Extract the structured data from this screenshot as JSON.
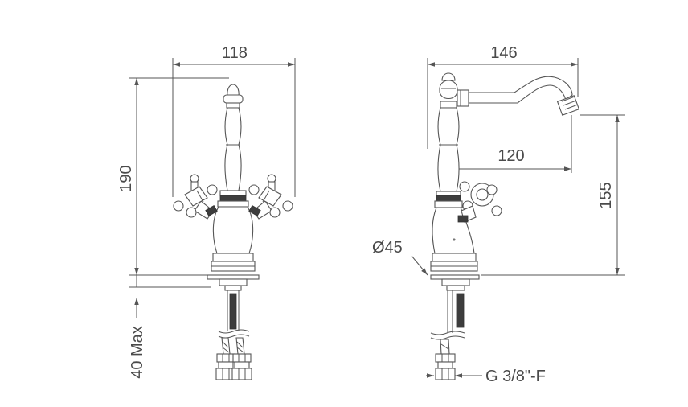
{
  "dimensions": {
    "front_width": "118",
    "front_height": "190",
    "deck_thickness": "40 Max",
    "side_length": "146",
    "spout_reach": "120",
    "spout_height": "155",
    "base_diameter": "Ø45",
    "connection": "G 3/8\"-F"
  },
  "colors": {
    "line": "#555555",
    "text": "#4a4a4a",
    "dark_fill": "#3d3d3d"
  }
}
